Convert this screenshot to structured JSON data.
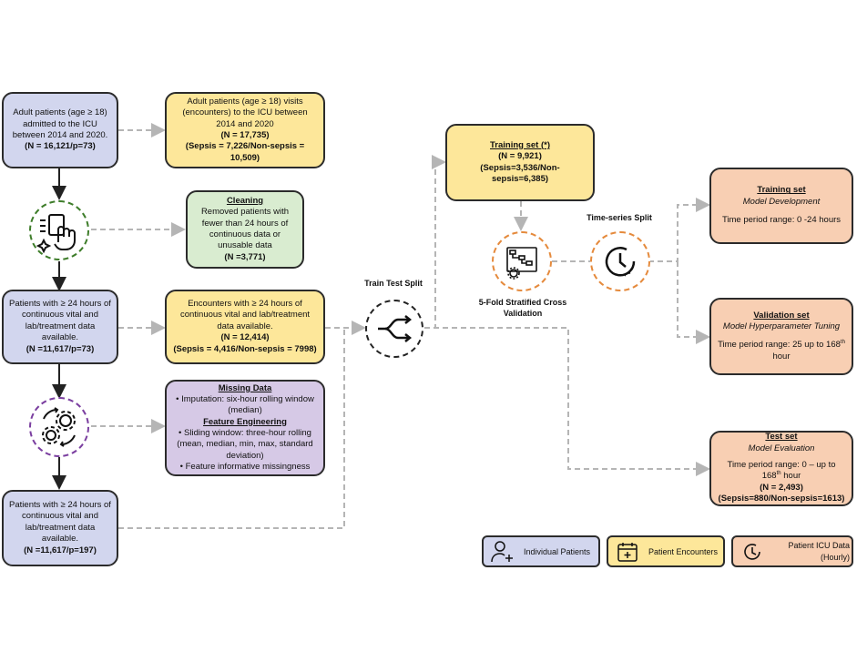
{
  "left_column": {
    "box1": {
      "lines": [
        "Adult patients (age ≥ 18) admitted to the ICU between 2014 and 2020."
      ],
      "bold": "(N = 16,121/p=73)"
    },
    "box2": {
      "lines": [
        "Patients with ≥ 24 hours of continuous vital and lab/treatment data available."
      ],
      "bold": "(N =11,617/p=73)"
    },
    "box3": {
      "lines": [
        "Patients with ≥ 24 hours of continuous vital and lab/treatment data available."
      ],
      "bold": "(N =11,617/p=197)"
    }
  },
  "middle_column": {
    "encounters1": {
      "text": "Adult patients (age ≥ 18) visits (encounters) to the ICU between 2014 and 2020",
      "bold1": "(N = 17,735)",
      "bold2": "(Sepsis = 7,226/Non-sepsis = 10,509)"
    },
    "cleaning": {
      "title": "Cleaning",
      "text": "Removed patients with fewer than 24 hours of continuous data or unusable data",
      "bold": "(N =3,771)"
    },
    "encounters2": {
      "text": "Encounters with ≥ 24 hours of continuous vital and lab/treatment data available.",
      "bold1": "(N = 12,414)",
      "bold2": "(Sepsis = 4,416/Non-sepsis = 7998)"
    },
    "missing": {
      "title1": "Missing Data",
      "item1": "Imputation: six-hour rolling window (median)",
      "title2": "Feature Engineering",
      "item2": "Sliding window: three-hour rolling (mean, median, min, max, standard deviation)",
      "item3": "Feature informative missingness"
    }
  },
  "split": {
    "train_test_label": "Train Test Split",
    "training_set": {
      "title": "Training set (*)",
      "bold1": "(N = 9,921)",
      "bold2": "(Sepsis=3,536/Non-sepsis=6,385)"
    },
    "cv_label": "5-Fold Stratified Cross Validation",
    "ts_label": "Time-series Split"
  },
  "right_column": {
    "train": {
      "title": "Training set",
      "subtitle": "Model Development",
      "text": "Time period range: 0 -24 hours"
    },
    "validation": {
      "title": "Validation set",
      "subtitle": "Model Hyperparameter Tuning",
      "text_a": "Time period range: 25 up to 168",
      "sup": "th",
      "text_b": " hour"
    },
    "test": {
      "title": "Test set",
      "subtitle": "Model Evaluation",
      "text_a": "Time period range: 0 – up to 168",
      "sup": "th",
      "text_b": " hour",
      "bold1": "(N = 2,493)",
      "bold2": "(Sepsis=880/Non-sepsis=1613)"
    }
  },
  "legend": {
    "individual": "Individual Patients",
    "encounters": "Patient Encounters",
    "icu": "Patient ICU Data (Hourly)"
  },
  "colors": {
    "blue": "#d2d6ee",
    "yellow": "#fde79a",
    "green": "#d9ecd0",
    "purple": "#d6c9e6",
    "orange": "#f8cfb3",
    "green_ring": "#3e7d2a",
    "purple_ring": "#7b3fa0",
    "orange_ring": "#e58a3c"
  },
  "icons": [
    "hand-cleaning-icon",
    "gears-cycle-icon",
    "split-arrows-icon",
    "cross-validation-icon",
    "clock-icon",
    "person-add-icon",
    "calendar-icon"
  ]
}
